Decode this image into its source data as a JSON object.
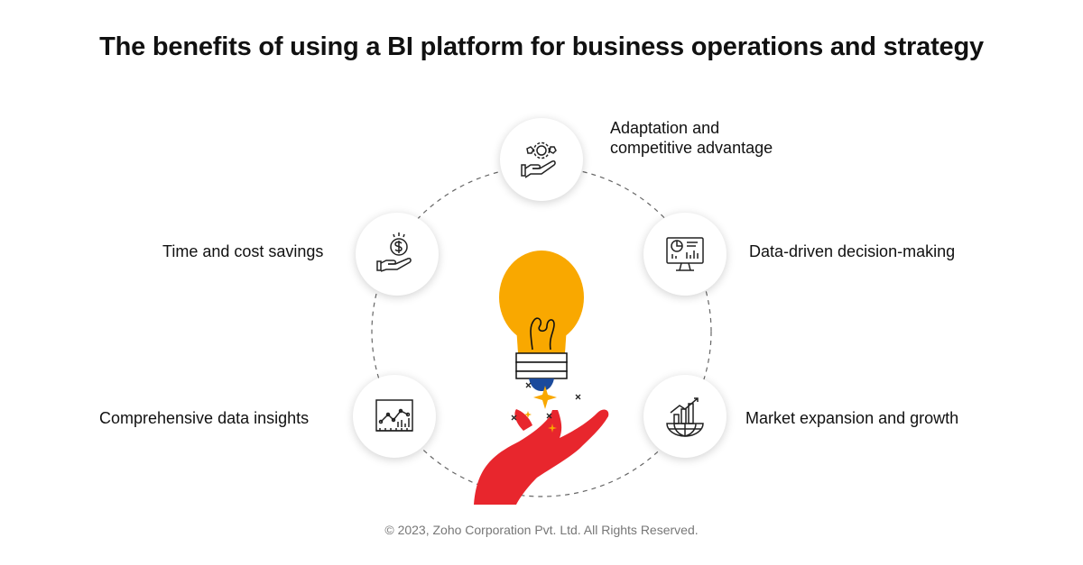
{
  "title": "The benefits of using a BI platform for business operations and strategy",
  "benefits": [
    {
      "label_line1": "Adaptation and",
      "label_line2": "competitive advantage",
      "icon": "gear-hand-icon"
    },
    {
      "label": "Data-driven decision-making",
      "icon": "monitor-chart-icon"
    },
    {
      "label": "Market expansion and growth",
      "icon": "globe-growth-icon"
    },
    {
      "label": "Comprehensive data insights",
      "icon": "line-chart-icon"
    },
    {
      "label": "Time and cost savings",
      "icon": "coin-hand-icon"
    }
  ],
  "footer": "© 2023, Zoho Corporation Pvt. Ltd. All Rights Reserved.",
  "colors": {
    "bulb": "#F9A800",
    "hand": "#E8262D",
    "bulb_base": "#1B4A9C",
    "dashed_ring": "#555555"
  }
}
